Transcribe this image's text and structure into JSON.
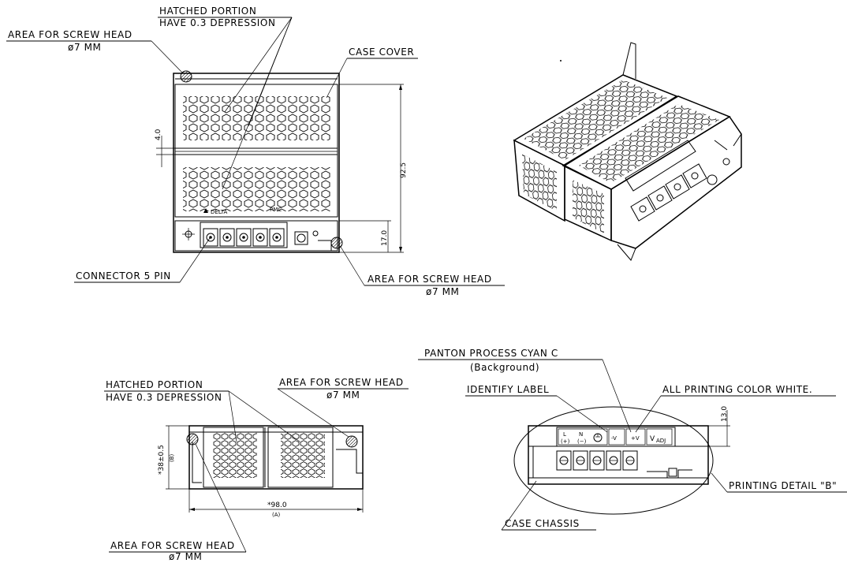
{
  "front_view": {
    "hatched_portion_line1": "HATCHED PORTION",
    "hatched_portion_line2": "HAVE 0.3 DEPRESSION",
    "screw_head_top_line1": "AREA FOR SCREW HEAD",
    "screw_head_top_line2": "ø7 MM",
    "case_cover": "CASE COVER",
    "connector": "CONNECTOR 5 PIN",
    "screw_head_bottom_line1": "AREA FOR SCREW HEAD",
    "screw_head_bottom_line2": "ø7 MM",
    "dim_4": "4.0",
    "dim_92": "92.5",
    "dim_17": "17.0",
    "brand_text": "DELTA",
    "model_text": "PMC"
  },
  "side_view": {
    "hatched_portion_line1": "HATCHED PORTION",
    "hatched_portion_line2": "HAVE 0.3 DEPRESSION",
    "screw_head_top_line1": "AREA FOR SCREW HEAD",
    "screw_head_top_line2": "ø7 MM",
    "screw_head_bottom_line1": "AREA FOR SCREW HEAD",
    "screw_head_bottom_line2": "ø7 MM",
    "dim_width": "*98.0",
    "dim_width_sub": "(A)",
    "dim_height": "*38±0.5",
    "dim_height_sub": "(B)"
  },
  "detail_view": {
    "panton_line1": "PANTON PROCESS CYAN C",
    "panton_line2": "(Background)",
    "identify_label": "IDENTIFY LABEL",
    "all_printing": "ALL PRINTING COLOR WHITE.",
    "printing_detail": "PRINTING DETAIL \"B\"",
    "case_chassis": "CASE CHASSIS",
    "dim_13": "13.0",
    "label_L": "L",
    "label_L_sub": "(+)",
    "label_N": "N",
    "label_N_sub": "(−)",
    "label_minus_v": "-V",
    "label_plus_v": "+V",
    "label_vadj": "V",
    "label_vadj_sub": "ADJ"
  }
}
